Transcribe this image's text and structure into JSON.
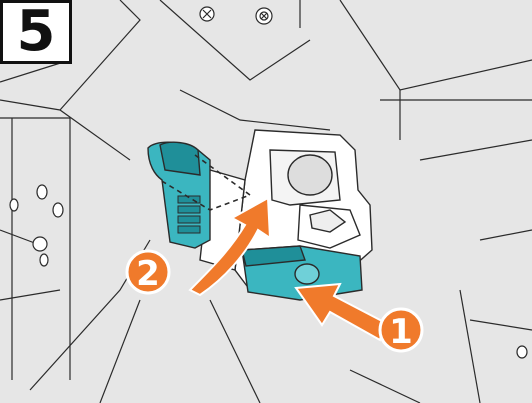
{
  "step": {
    "number": "5"
  },
  "callouts": [
    {
      "label": "1"
    },
    {
      "label": "2"
    }
  ],
  "colors": {
    "background": "#e6e6e6",
    "line": "#2b2b2b",
    "part_teal": "#3bb6c0",
    "part_teal_dark": "#1f8f99",
    "arrow_orange": "#f07a2b",
    "white": "#ffffff"
  },
  "icons": [
    "screw-icon",
    "push-arrow-icon",
    "rotate-arrow-icon"
  ]
}
